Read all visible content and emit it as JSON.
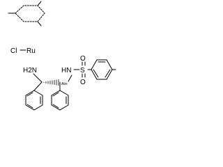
{
  "atoms": {
    "chlorine": "Cl",
    "ruthenium": "Ru",
    "amine": "H2N",
    "sulfonamide_nh": "HN",
    "sulfur": "S",
    "oxygen_top": "O",
    "oxygen_bottom": "O",
    "stereo_tag": "Abs"
  },
  "colors": {
    "stroke": "#000000",
    "background": "#ffffff"
  }
}
